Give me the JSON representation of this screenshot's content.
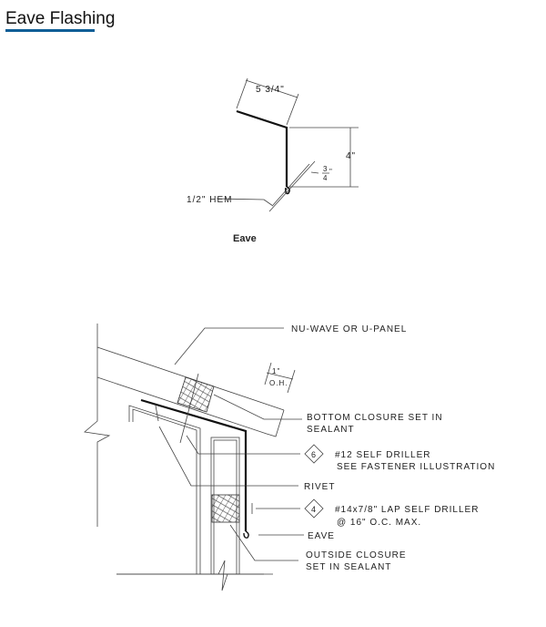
{
  "title": "Eave Flashing",
  "profile": {
    "dim_top": "5 3/4\"",
    "dim_height": "4\"",
    "dim_small_num": "3",
    "dim_small_den": "4",
    "dim_small_unit": "\"",
    "hem_label": "1/2\" HEM",
    "caption": "Eave"
  },
  "detail": {
    "panel_label": "NU-WAVE OR U-PANEL",
    "oh_dim": "1\"",
    "oh_label": "O.H.",
    "bottom_closure": [
      "BOTTOM CLOSURE SET IN",
      "SEALANT"
    ],
    "fastener6_num": "6",
    "fastener6": [
      "#12 SELF DRILLER",
      "SEE FASTENER ILLUSTRATION"
    ],
    "rivet": "RIVET",
    "fastener4_num": "4",
    "fastener4": [
      "#14x7/8\" LAP SELF DRILLER",
      "@ 16\" O.C. MAX."
    ],
    "eave": "EAVE",
    "outside_closure": [
      "OUTSIDE CLOSURE",
      "SET IN SEALANT"
    ]
  }
}
